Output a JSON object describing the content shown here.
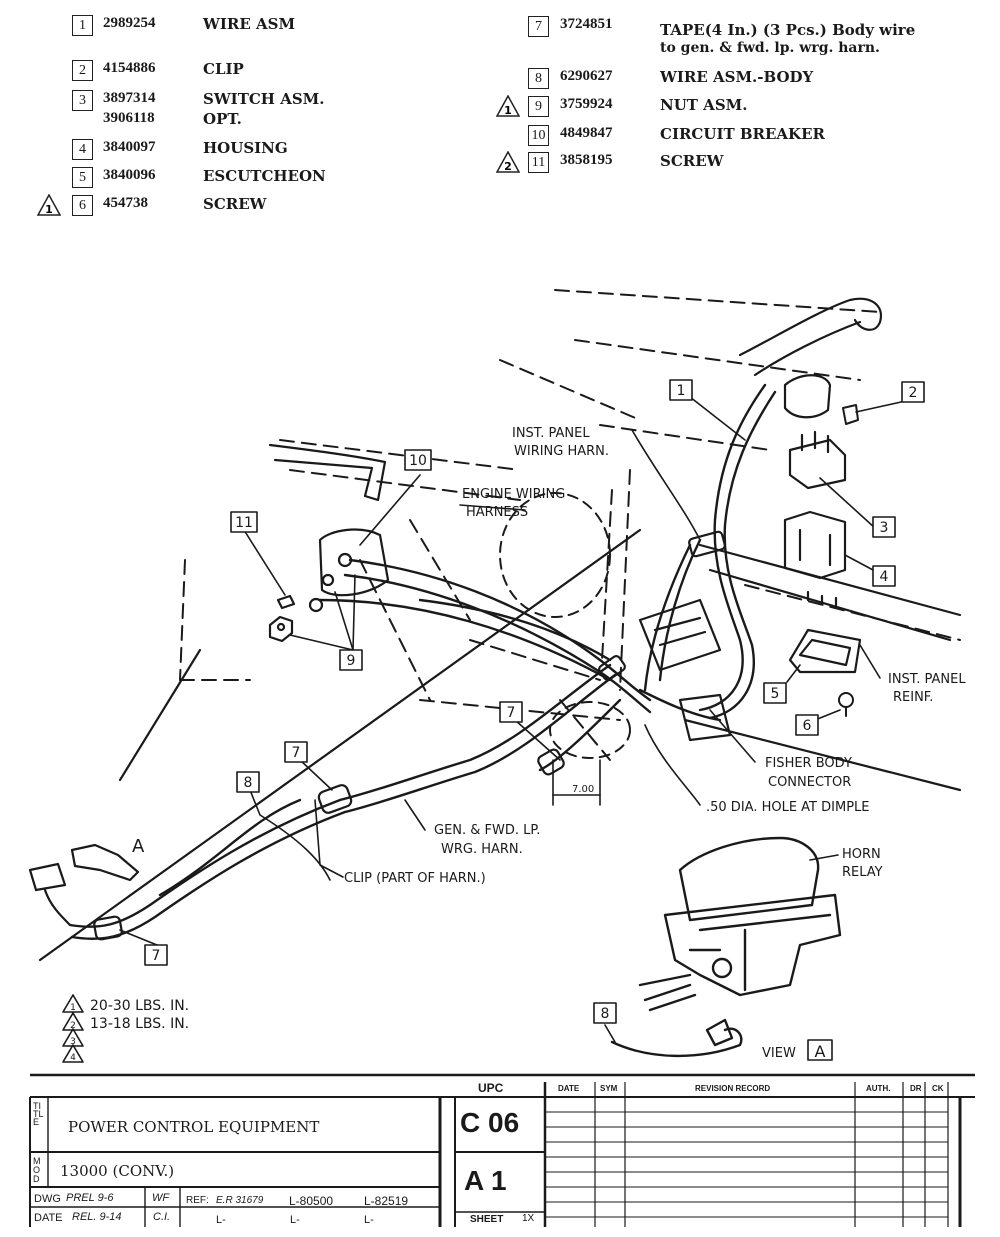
{
  "parts_left": [
    {
      "ref": "1",
      "num": "2989254",
      "name": "WIRE ASM",
      "note": null,
      "tri": ""
    },
    {
      "ref": "2",
      "num": "4154886",
      "name": "CLIP",
      "note": null,
      "tri": ""
    },
    {
      "ref": "3",
      "num": "3897314",
      "name": "SWITCH ASM.",
      "num2": "3906118",
      "name2": "OPT.",
      "tri": ""
    },
    {
      "ref": "4",
      "num": "3840097",
      "name": "HOUSING",
      "tri": ""
    },
    {
      "ref": "5",
      "num": "3840096",
      "name": "ESCUTCHEON",
      "tri": ""
    },
    {
      "ref": "6",
      "num": "454738",
      "name": "SCREW",
      "tri": "1"
    }
  ],
  "parts_right": [
    {
      "ref": "7",
      "num": "3724851",
      "name": "TAPE(4 In.) (3 Pcs.) Body wire",
      "name2": "to gen. & fwd. lp. wrg. harn.",
      "tri": ""
    },
    {
      "ref": "8",
      "num": "6290627",
      "name": "WIRE ASM.-BODY",
      "tri": ""
    },
    {
      "ref": "9",
      "num": "3759924",
      "name": "NUT ASM.",
      "tri": "1"
    },
    {
      "ref": "10",
      "num": "4849847",
      "name": "CIRCUIT BREAKER",
      "tri": ""
    },
    {
      "ref": "11",
      "num": "3858195",
      "name": "SCREW",
      "tri": "2"
    }
  ],
  "labels": {
    "inst_panel_wiring": "INST. PANEL",
    "inst_panel_wiring2": "WIRING HARN.",
    "engine_wiring": "ENGINE WIRING",
    "engine_wiring2": "HARNESS",
    "inst_panel_reinf": "INST. PANEL",
    "inst_panel_reinf2": "REINF.",
    "fisher": "FISHER BODY",
    "fisher2": "CONNECTOR",
    "hole": ".50 DIA. HOLE AT DIMPLE",
    "dim": "7.00",
    "gen": "GEN. & FWD. LP.",
    "gen2": "WRG. HARN.",
    "clip": "CLIP (PART OF HARN.)",
    "horn": "HORN",
    "horn2": "RELAY",
    "view": "VIEW",
    "view_letter": "A",
    "a_letter": "A"
  },
  "callouts": [
    "1",
    "2",
    "3",
    "4",
    "5",
    "6",
    "7",
    "8",
    "9",
    "10",
    "11"
  ],
  "torque": [
    {
      "tri": "1",
      "text": "20-30 LBS. IN."
    },
    {
      "tri": "2",
      "text": "13-18 LBS. IN."
    },
    {
      "tri": "3",
      "text": ""
    },
    {
      "tri": "4",
      "text": ""
    }
  ],
  "title_block": {
    "title_side": "TITLE",
    "title": "POWER CONTROL EQUIPMENT",
    "model_side": "MOD",
    "model": "13000 (CONV.)",
    "dwg_label": "DWG",
    "dwg_val": "PREL 9-6",
    "dwg_init": "WF",
    "date_label": "DATE",
    "date_val": "REL. 9-14",
    "date_init": "C.I.",
    "ref_label": "REF:",
    "ref1": "E.R 31679",
    "ref2": "L-80500",
    "ref3": "L-82519",
    "l_marks": [
      "L-",
      "L-",
      "L-"
    ],
    "upc_label": "UPC",
    "upc": "C 06",
    "sheet_code": "A 1",
    "sheet_label": "SHEET",
    "sheet_num": "1X",
    "headers": [
      "DATE",
      "SYM",
      "REVISION RECORD",
      "AUTH.",
      "DR",
      "CK"
    ]
  }
}
